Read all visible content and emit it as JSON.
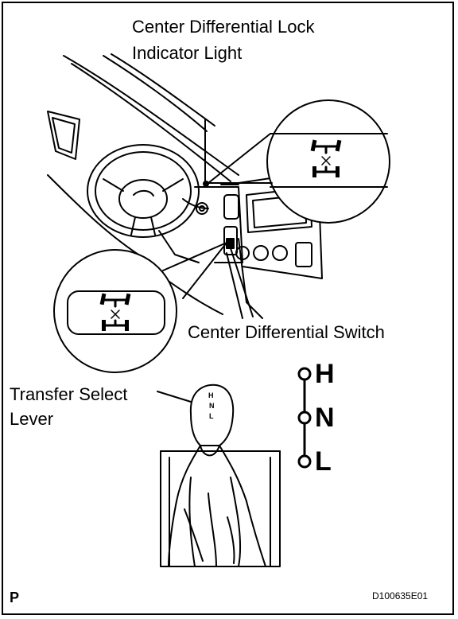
{
  "labels": {
    "indicator_line1": "Center Differential Lock",
    "indicator_line2": "Indicator Light",
    "switch": "Center Differential Switch",
    "lever_line1": "Transfer Select",
    "lever_line2": "Lever"
  },
  "gear_positions": [
    "H",
    "N",
    "L"
  ],
  "knob_letters": [
    "H",
    "N",
    "L"
  ],
  "corner_mark": "P",
  "figure_code": "D100635E01"
}
